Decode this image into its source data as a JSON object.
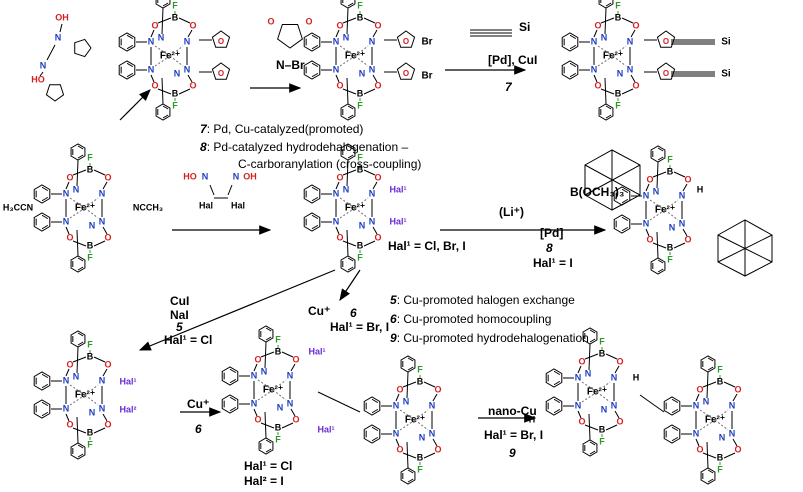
{
  "reagents": {
    "nbs_label": "N–Br",
    "tms_acetylene_label": "Si",
    "step7_conditions": "[Pd], CuI",
    "step7_number": "7",
    "glyoxime_labels": [
      "Hal",
      "Hal"
    ],
    "step5_reagents": [
      "CuI",
      "NaI"
    ],
    "step5_number": "5",
    "step5_hal": "Hal¹ = Cl",
    "step6_reagent": "Cu⁺",
    "step6_number": "6",
    "step6_hal": "Hal¹ = Br, I",
    "step6b_reagent": "Cu⁺",
    "step6b_number": "6",
    "step8_reagent": "[Pd]",
    "step8_number": "8",
    "step8_hal": "Hal¹ = I",
    "boronate": "B(OCH₃)₃",
    "boronate_counter": "(Li⁺)",
    "step9_reagent": "nano-Cu",
    "step9_hal": "Hal¹ = Br, I",
    "step9_number": "9"
  },
  "notes": {
    "n7": "Pd, Cu-catalyzed(promoted)",
    "n8a": "Pd-catalyzed hydrodehalogenation –",
    "n8b": "C-carboranylation (cross-coupling)",
    "n5": "Cu-promoted halogen exchange",
    "n6": "Cu-promoted homocoupling",
    "n9": "Cu-promoted hydrodehalogenation"
  },
  "labels": {
    "hal_def": "Hal¹ = Cl, Br, I",
    "hal1_cl": "Hal¹ = Cl",
    "hal2_i": "Hal² = I",
    "ligand_left": "H₃CCN",
    "ligand_right": "NCCH₃",
    "fe": "Fe²⁺",
    "br": "Br",
    "hal1": "Hal¹",
    "hal2": "Hal²",
    "h": "H"
  },
  "colors": {
    "nitrogen": "#1f3fbf",
    "oxygen": "#d42020",
    "fluorine": "#2a9a2a",
    "boron": "#000000",
    "hal": "#6a2bd8",
    "fe": "#000000"
  }
}
